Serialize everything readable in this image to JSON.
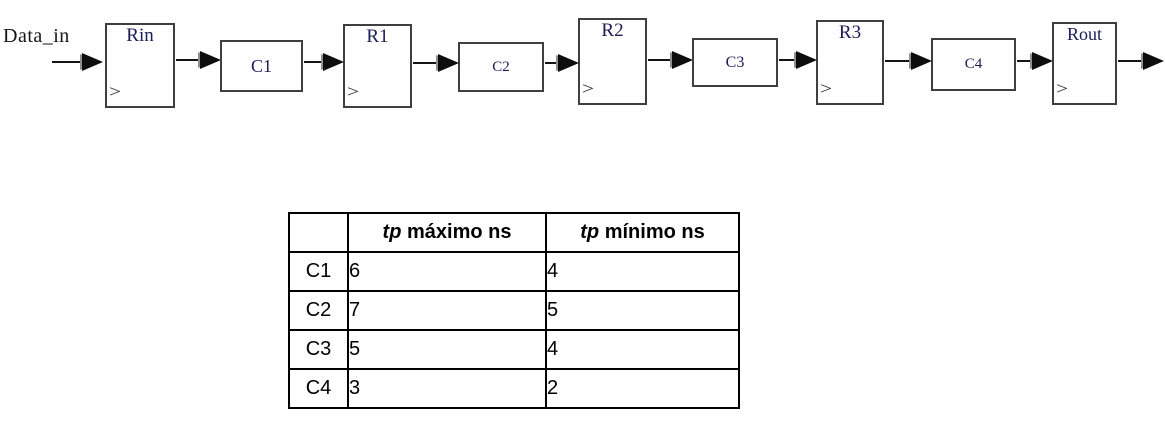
{
  "diagram": {
    "input_label": "Data_in",
    "clock_glyph": ">",
    "registers": [
      {
        "label": "Rin"
      },
      {
        "label": "R1"
      },
      {
        "label": "R2"
      },
      {
        "label": "R3"
      },
      {
        "label": "Rout"
      }
    ],
    "logic_blocks": [
      {
        "label": "C1"
      },
      {
        "label": "C2"
      },
      {
        "label": "C3"
      },
      {
        "label": "C4"
      }
    ]
  },
  "table": {
    "header": {
      "corner": "",
      "col1": {
        "tp": "tp",
        "rest": " máximo ns"
      },
      "col2": {
        "tp": "tp",
        "rest": " mínimo ns"
      }
    },
    "rows": [
      {
        "label": "C1",
        "tp_max": "6",
        "tp_min": "4"
      },
      {
        "label": "C2",
        "tp_max": "7",
        "tp_min": "5"
      },
      {
        "label": "C3",
        "tp_max": "5",
        "tp_min": "4"
      },
      {
        "label": "C4",
        "tp_max": "3",
        "tp_min": "2"
      }
    ]
  },
  "colors": {
    "diagram_text": "#1b1b55",
    "box_border": "#3f3f3f",
    "table_border": "#000000",
    "background": "#ffffff"
  }
}
